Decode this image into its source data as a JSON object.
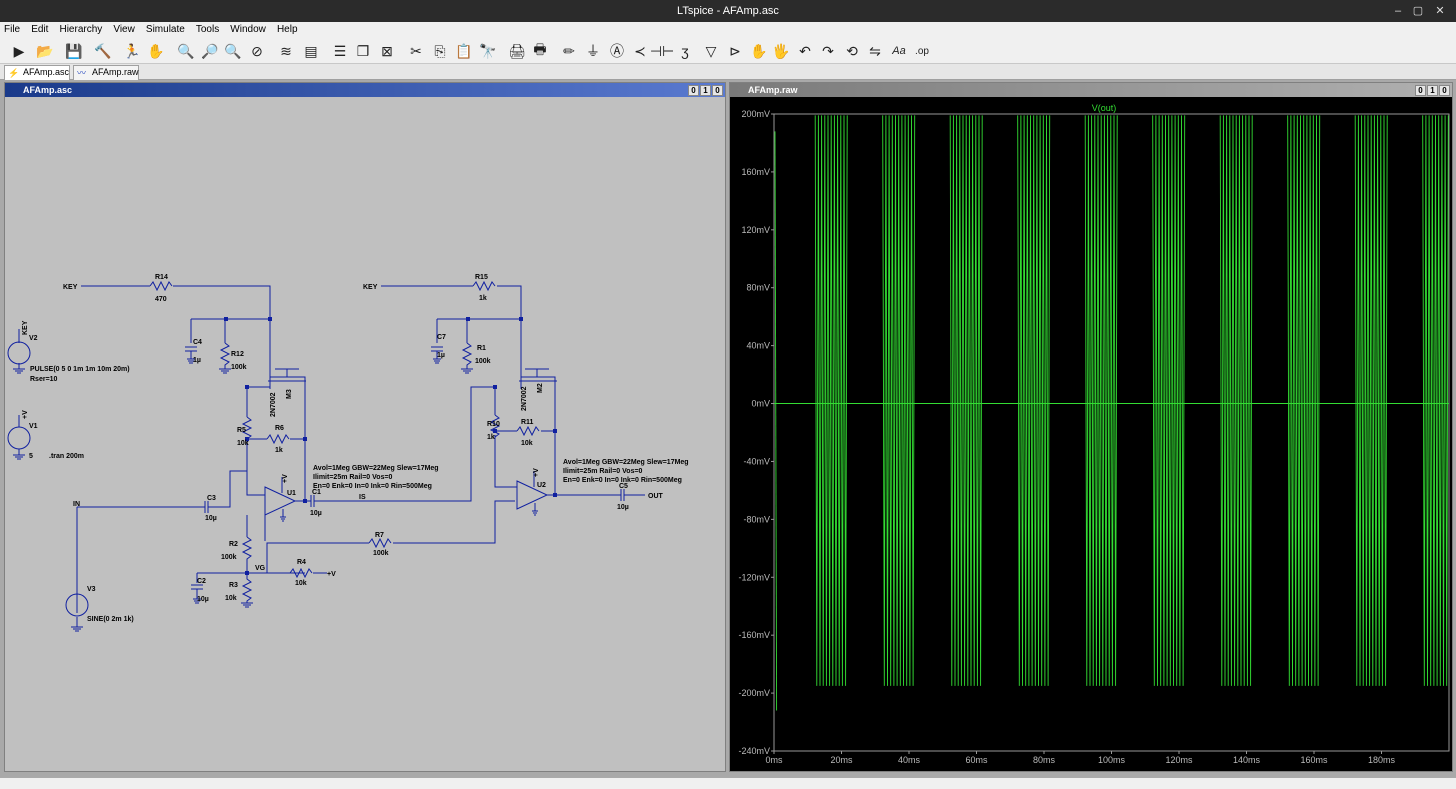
{
  "app": {
    "title": "LTspice - AFAmp.asc"
  },
  "menu": [
    "File",
    "Edit",
    "Hierarchy",
    "View",
    "Simulate",
    "Tools",
    "Window",
    "Help"
  ],
  "tabs": [
    {
      "label": "AFAmp.asc",
      "icon": "schematic-icon"
    },
    {
      "label": "AFAmp.raw",
      "icon": "waveform-icon"
    }
  ],
  "windows": {
    "schematic_title": "AFAmp.asc",
    "plot_title": "AFAmp.raw",
    "buttons": [
      "0",
      "1",
      "0"
    ]
  },
  "schematic": {
    "labels": {
      "key1": "KEY",
      "key2": "KEY",
      "in": "IN",
      "out": "OUT",
      "is": "IS",
      "vg": "VG",
      "r14": "R14",
      "r14v": "470",
      "r15": "R15",
      "r15v": "1k",
      "c4": "C4",
      "c4v": "1µ",
      "r12": "R12",
      "r12v": "100k",
      "c7": "C7",
      "c7v": "1µ",
      "r1": "R1",
      "r1v": "100k",
      "v2": "V2",
      "v2key": "KEY",
      "v2spec": "PULSE(0 5 0 1m 1m 10m 20m)",
      "v2rser": "Rser=10",
      "v1": "V1",
      "v1v": "5",
      "v1plus": "+V",
      "tran": ".tran 200m",
      "m3": "M3",
      "m3v": "2N7002",
      "m2": "M2",
      "m2v": "2N7002",
      "r5": "R5",
      "r5v": "10k",
      "r6": "R6",
      "r6v": "1k",
      "r10": "R10",
      "r10v": "1k",
      "r11": "R11",
      "r11v": "10k",
      "u1": "U1",
      "u2": "U2",
      "u1plus": "+V",
      "u2plus": "+V",
      "opamp1a": "Avol=1Meg GBW=22Meg Slew=17Meg",
      "opamp1b": "Ilimit=25m Rail=0 Vos=0",
      "opamp1c": "En=0 Enk=0 In=0 Ink=0 Rin=500Meg",
      "opamp2a": "Avol=1Meg GBW=22Meg Slew=17Meg",
      "opamp2b": "Ilimit=25m Rail=0 Vos=0",
      "opamp2c": "En=0 Enk=0 In=0 Ink=0 Rin=500Meg",
      "c1": "C1",
      "c1v": "10µ",
      "c3": "C3",
      "c3v": "10µ",
      "c5": "C5",
      "c5v": "10µ",
      "r7": "R7",
      "r7v": "100k",
      "r2": "R2",
      "r2v": "100k",
      "r3": "R3",
      "r3v": "10k",
      "r4": "R4",
      "r4v": "10k",
      "r4plus": "+V",
      "c2": "C2",
      "c2v": "10µ",
      "v3": "V3",
      "v3spec": "SINE(0 2m 1k)"
    }
  },
  "chart_data": {
    "type": "line",
    "title": "V(out)",
    "xlabel": "",
    "ylabel": "",
    "x_unit": "ms",
    "y_unit": "mV",
    "xlim": [
      0,
      200
    ],
    "ylim": [
      -240,
      200
    ],
    "x_ticks": [
      "0ms",
      "20ms",
      "40ms",
      "60ms",
      "80ms",
      "100ms",
      "120ms",
      "140ms",
      "160ms",
      "180ms"
    ],
    "y_ticks": [
      "200mV",
      "160mV",
      "120mV",
      "80mV",
      "40mV",
      "0mV",
      "-40mV",
      "-80mV",
      "-120mV",
      "-160mV",
      "-200mV",
      "-240mV"
    ],
    "grid": false,
    "series": [
      {
        "name": "V(out)",
        "color": "#33dd33",
        "description_bursts": [
          {
            "start_ms": 0.3,
            "end_ms": 1.2,
            "peak_pos": 188,
            "peak_neg": -212
          },
          {
            "start_ms": 12.2,
            "end_ms": 22.1,
            "peak_pos": 199,
            "peak_neg": -195
          },
          {
            "start_ms": 32.2,
            "end_ms": 42.1,
            "peak_pos": 199,
            "peak_neg": -195
          },
          {
            "start_ms": 52.2,
            "end_ms": 62.1,
            "peak_pos": 199,
            "peak_neg": -195
          },
          {
            "start_ms": 72.2,
            "end_ms": 82.1,
            "peak_pos": 199,
            "peak_neg": -195
          },
          {
            "start_ms": 92.2,
            "end_ms": 102.1,
            "peak_pos": 199,
            "peak_neg": -195
          },
          {
            "start_ms": 112.2,
            "end_ms": 122.1,
            "peak_pos": 199,
            "peak_neg": -195
          },
          {
            "start_ms": 132.2,
            "end_ms": 142.1,
            "peak_pos": 199,
            "peak_neg": -195
          },
          {
            "start_ms": 152.2,
            "end_ms": 162.1,
            "peak_pos": 199,
            "peak_neg": -195
          },
          {
            "start_ms": 172.2,
            "end_ms": 182.1,
            "peak_pos": 199,
            "peak_neg": -195
          },
          {
            "start_ms": 192.2,
            "end_ms": 200,
            "peak_pos": 199,
            "peak_neg": -195
          }
        ]
      }
    ]
  }
}
